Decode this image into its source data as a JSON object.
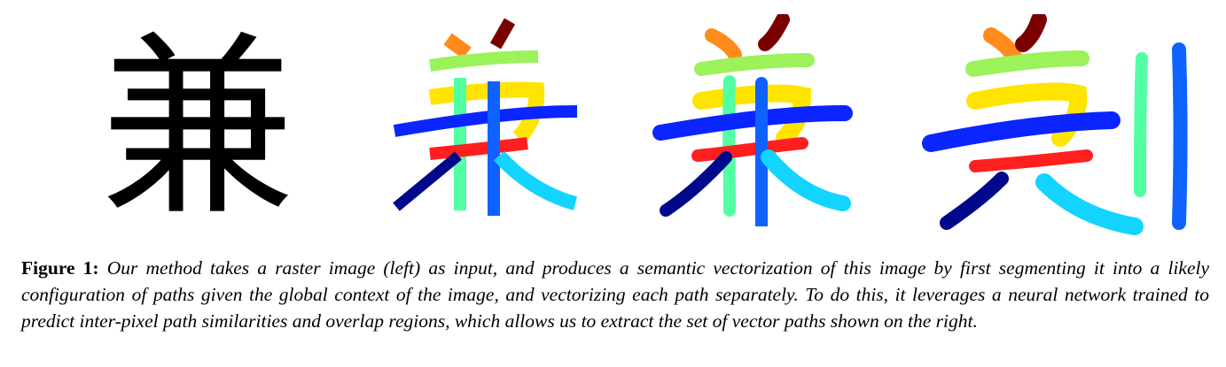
{
  "figure": {
    "panels": [
      {
        "id": "raster-input",
        "character": "兼"
      },
      {
        "id": "segmented-paths"
      },
      {
        "id": "vector-paths"
      },
      {
        "id": "vector-paths-separated"
      }
    ],
    "path_colors": {
      "orange": "#ff8c1a",
      "dark_red": "#7a0000",
      "light_green": "#9cf25a",
      "yellow": "#ffe400",
      "mint": "#52ffa3",
      "blue": "#0a25ff",
      "red": "#ff1f1f",
      "navy": "#00098c",
      "sky": "#12d4ff",
      "cornflower": "#0f62ff"
    }
  },
  "caption": {
    "label": "Figure 1:",
    "text": "Our method takes a raster image (left) as input, and produces a semantic vectorization of this image by first segmenting it into a likely configuration of paths given the global context of the image, and vectorizing each path separately. To do this, it leverages a neural network trained to predict inter-pixel path similarities and overlap regions, which allows us to extract the set of vector paths shown on the right."
  }
}
